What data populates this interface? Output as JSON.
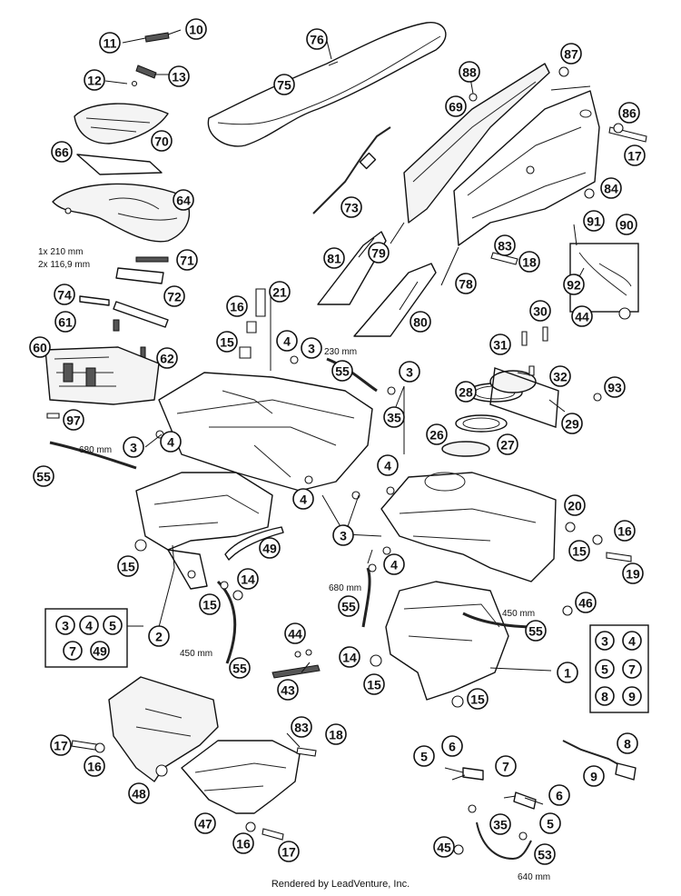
{
  "footer": "Rendered by LeadVenture, Inc.",
  "dimensions": {
    "d_1x210": "1x 210 mm",
    "d_2x116": "2x 116,9 mm",
    "d_230": "230 mm",
    "d_680_left": "680 mm",
    "d_680_center": "680 mm",
    "d_450_left": "450 mm",
    "d_450_right": "450 mm",
    "d_640": "640 mm"
  },
  "callouts": {
    "c10": "10",
    "c11": "11",
    "c12": "12",
    "c13": "13",
    "c66": "66",
    "c70": "70",
    "c64": "64",
    "c71": "71",
    "c72": "72",
    "c74": "74",
    "c61": "61",
    "c60": "60",
    "c62": "62",
    "c97": "97",
    "c75": "75",
    "c76": "76",
    "c73": "73",
    "c16a": "16",
    "c21": "21",
    "c15a": "15",
    "c4a": "4",
    "c3a": "3",
    "c55a": "55",
    "c3b": "3",
    "c35a": "35",
    "c88": "88",
    "c69": "69",
    "c87": "87",
    "c86": "86",
    "c17a": "17",
    "c84": "84",
    "c81": "81",
    "c79": "79",
    "c83a": "83",
    "c18a": "18",
    "c78": "78",
    "c80": "80",
    "c91": "91",
    "c90": "90",
    "c92": "92",
    "c44a": "44",
    "c30": "30",
    "c31": "31",
    "c32": "32",
    "c93": "93",
    "c28": "28",
    "c29": "29",
    "c26": "26",
    "c27": "27",
    "c3c": "3",
    "c4b": "4",
    "c55b": "55",
    "c4c": "4",
    "c4d": "4",
    "c3d": "3",
    "c4e": "4",
    "c20": "20",
    "c16b": "16",
    "c15b": "15",
    "c19": "19",
    "c15c": "15",
    "c49a": "49",
    "c14a": "14",
    "c15d": "15",
    "c55c": "55",
    "c46": "46",
    "c55d": "55",
    "c2": "2",
    "c1": "1",
    "c55e": "55",
    "c44b": "44",
    "c43": "43",
    "c14b": "14",
    "c15e": "15",
    "c15f": "15",
    "c17b": "17",
    "c16c": "16",
    "c48": "48",
    "c83b": "83",
    "c18b": "18",
    "c47": "47",
    "c16d": "16",
    "c17c": "17",
    "c6a": "6",
    "c5a": "5",
    "c7a": "7",
    "c8": "8",
    "c9": "9",
    "c6b": "6",
    "c5b": "5",
    "c35b": "35",
    "c45": "45",
    "c53": "53"
  },
  "kit_box_left": [
    "3",
    "4",
    "5",
    "7",
    "49"
  ],
  "kit_box_right": [
    "3",
    "4",
    "5",
    "7",
    "8",
    "9"
  ]
}
